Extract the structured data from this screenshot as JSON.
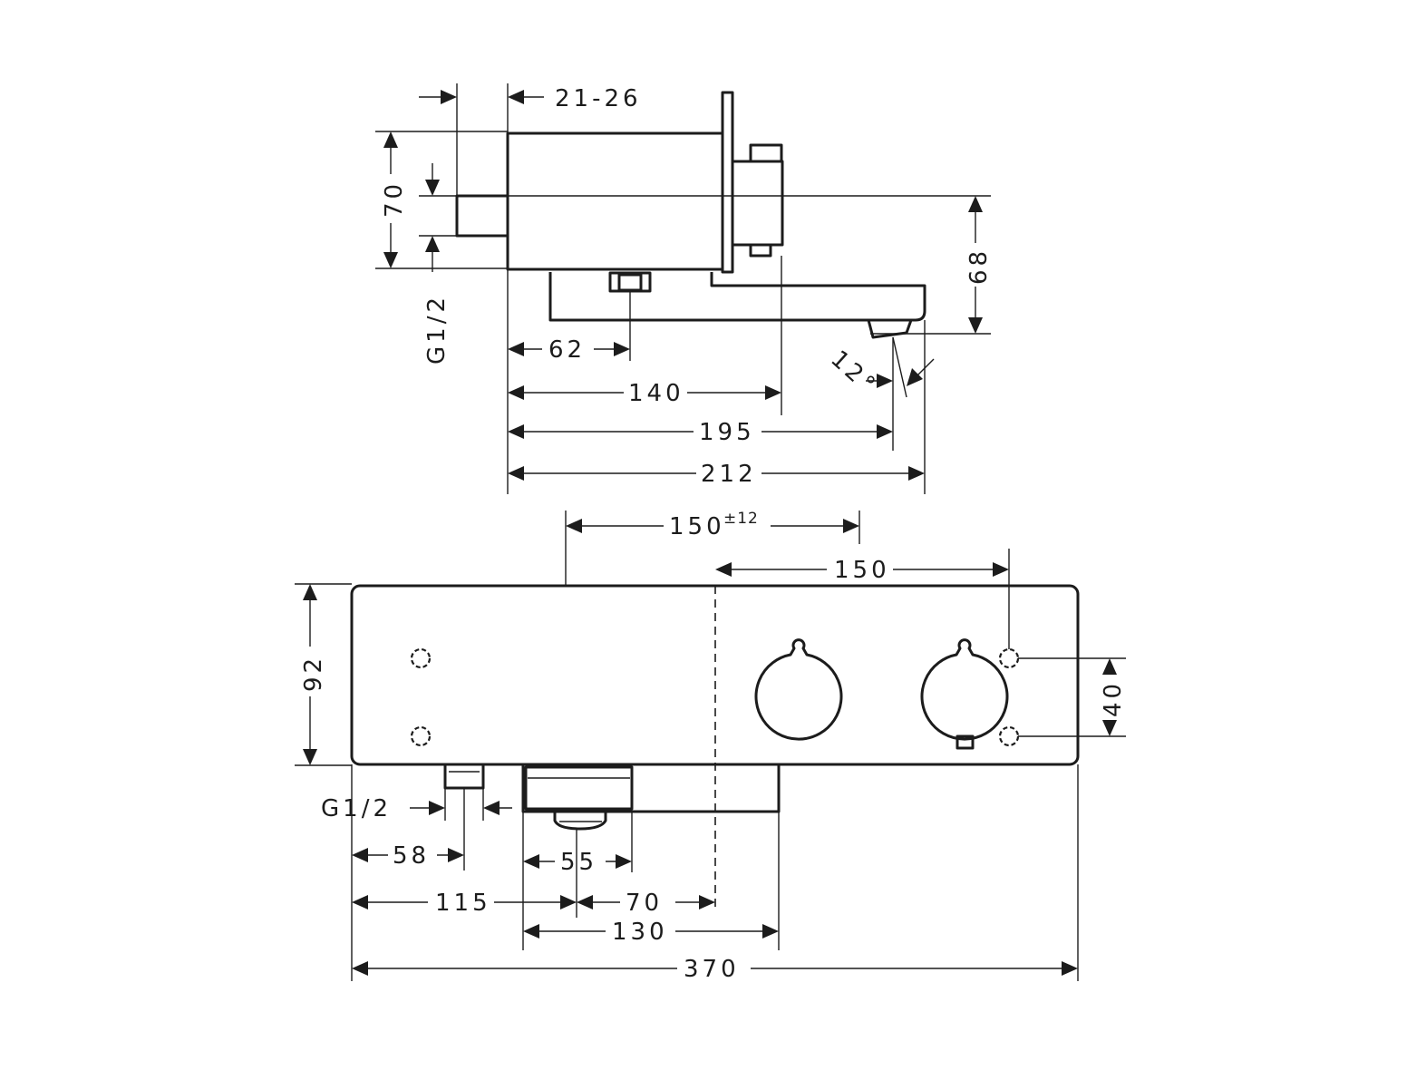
{
  "side_view": {
    "wall_depth": "21-26",
    "height": "70",
    "thread_left": "G1/2",
    "spout_drop": "68",
    "angle": "12°",
    "dim_62": "62",
    "dim_140": "140",
    "dim_195": "195",
    "dim_212": "212"
  },
  "front_view": {
    "spacing_main": "150",
    "spacing_tolerance": "±12",
    "spacing_150": "150",
    "height": "92",
    "mount_spacing": "40",
    "thread": "G1/2",
    "dim_58": "58",
    "dim_55": "55",
    "dim_115": "115",
    "dim_70": "70",
    "dim_130": "130",
    "overall_width": "370"
  }
}
